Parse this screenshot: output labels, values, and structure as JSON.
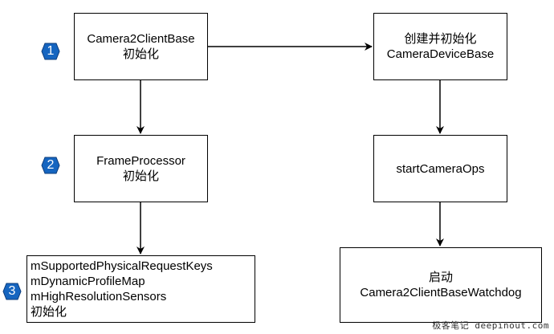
{
  "nodes": {
    "camera2_client_base": {
      "line1": "Camera2ClientBase",
      "line2": "初始化"
    },
    "frame_processor": {
      "line1": "FrameProcessor",
      "line2": "初始化"
    },
    "request_keys": {
      "line1": "mSupportedPhysicalRequestKeys",
      "line2": "mDynamicProfileMap",
      "line3": "mHighResolutionSensors",
      "line4": "初始化"
    },
    "camera_device_base": {
      "line1": "创建并初始化",
      "line2": "CameraDeviceBase"
    },
    "start_camera_ops": {
      "line1": "startCameraOps"
    },
    "watchdog": {
      "line1": "启动",
      "line2": "Camera2ClientBaseWatchdog"
    }
  },
  "badges": {
    "b1": "1",
    "b2": "2",
    "b3": "3"
  },
  "colors": {
    "badge_fill": "#1565c0",
    "badge_stroke": "#0d3c7a",
    "line": "#000000"
  },
  "watermark": "极客笔记 deepinout.com"
}
